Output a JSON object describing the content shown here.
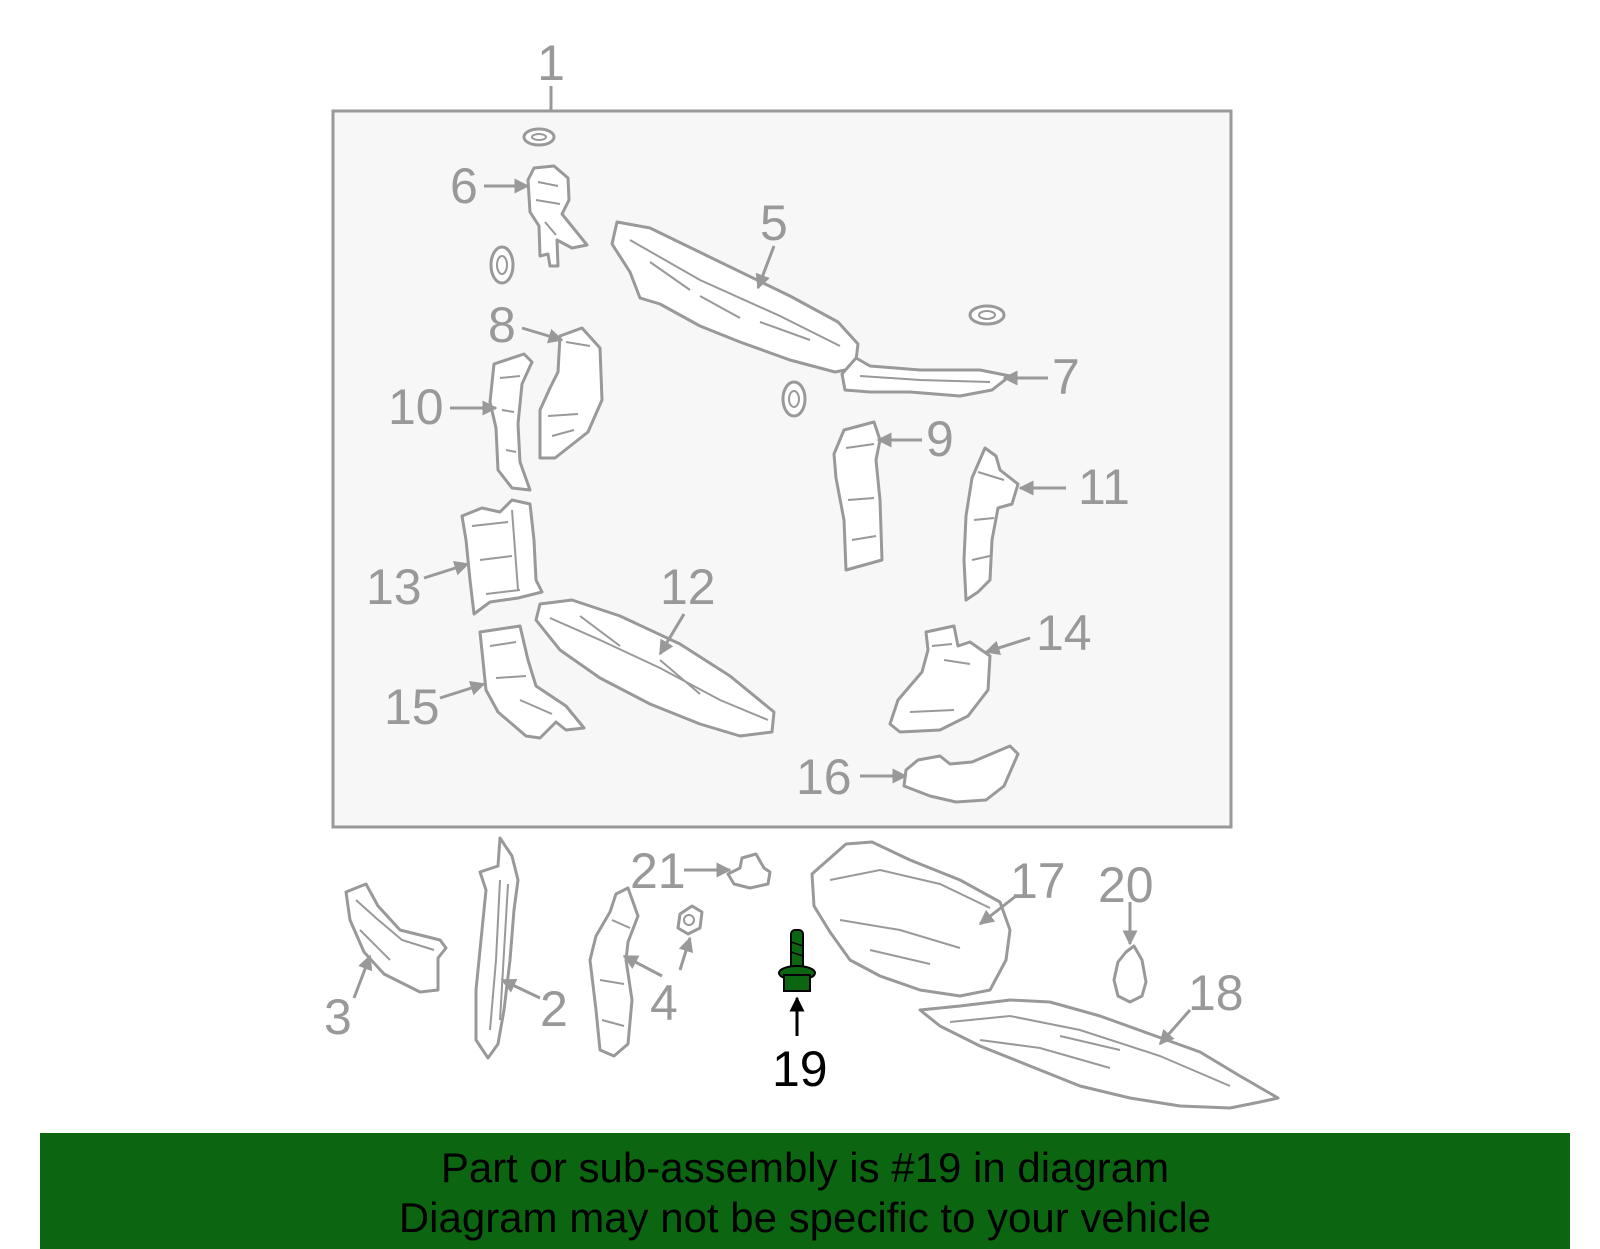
{
  "colors": {
    "banner_bg": "#0c6611",
    "line_gray": "#999999",
    "box_fill": "#f7f7f7",
    "highlight_part": "#0c6611"
  },
  "diagram": {
    "callouts": {
      "c1": "1",
      "c2": "2",
      "c3": "3",
      "c4": "4",
      "c5": "5",
      "c6": "6",
      "c7": "7",
      "c8": "8",
      "c9": "9",
      "c10": "10",
      "c11": "11",
      "c12": "12",
      "c13": "13",
      "c14": "14",
      "c15": "15",
      "c16": "16",
      "c17": "17",
      "c18": "18",
      "c19": "19",
      "c20": "20",
      "c21": "21"
    },
    "highlighted_part": "19"
  },
  "banner": {
    "line1": "Part or sub-assembly is #19 in diagram",
    "line2": "Diagram may not be specific to your vehicle"
  }
}
